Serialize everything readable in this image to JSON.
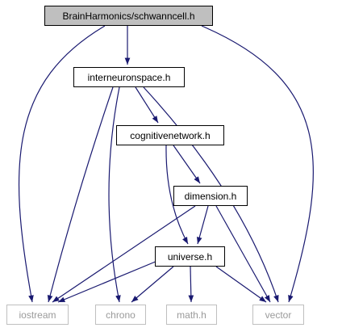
{
  "diagram": {
    "colors": {
      "edge": "#191970",
      "root_fill": "#bfbfbf",
      "ext_border": "#bfbfbf",
      "ext_text": "#9a9a9a"
    },
    "nodes": [
      {
        "id": "schwanncell",
        "label": "BrainHarmonics/schwanncell.h",
        "kind": "root"
      },
      {
        "id": "interneuronspace",
        "label": "interneuronspace.h",
        "kind": "std"
      },
      {
        "id": "cognitivenetwork",
        "label": "cognitivenetwork.h",
        "kind": "std"
      },
      {
        "id": "dimension",
        "label": "dimension.h",
        "kind": "std"
      },
      {
        "id": "universe",
        "label": "universe.h",
        "kind": "std"
      },
      {
        "id": "iostream",
        "label": "iostream",
        "kind": "ext"
      },
      {
        "id": "chrono",
        "label": "chrono",
        "kind": "ext"
      },
      {
        "id": "math",
        "label": "math.h",
        "kind": "ext"
      },
      {
        "id": "vector",
        "label": "vector",
        "kind": "ext"
      }
    ],
    "edges": [
      {
        "from": "schwanncell",
        "to": "interneuronspace"
      },
      {
        "from": "schwanncell",
        "to": "iostream"
      },
      {
        "from": "schwanncell",
        "to": "vector"
      },
      {
        "from": "interneuronspace",
        "to": "cognitivenetwork"
      },
      {
        "from": "interneuronspace",
        "to": "iostream"
      },
      {
        "from": "interneuronspace",
        "to": "chrono"
      },
      {
        "from": "interneuronspace",
        "to": "vector"
      },
      {
        "from": "cognitivenetwork",
        "to": "dimension"
      },
      {
        "from": "cognitivenetwork",
        "to": "universe"
      },
      {
        "from": "dimension",
        "to": "universe"
      },
      {
        "from": "dimension",
        "to": "iostream"
      },
      {
        "from": "dimension",
        "to": "vector"
      },
      {
        "from": "universe",
        "to": "iostream"
      },
      {
        "from": "universe",
        "to": "chrono"
      },
      {
        "from": "universe",
        "to": "math"
      },
      {
        "from": "universe",
        "to": "vector"
      }
    ]
  }
}
